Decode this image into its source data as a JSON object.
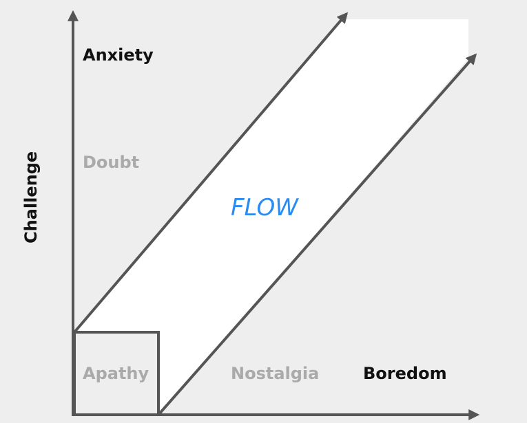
{
  "axes": {
    "y_label": "Challenge"
  },
  "zones": {
    "anxiety": "Anxiety",
    "doubt": "Doubt",
    "flow": "FLOW",
    "apathy": "Apathy",
    "nostalgia": "Nostalgia",
    "boredom": "Boredom"
  },
  "colors": {
    "background": "#eeeeee",
    "lines": "#555555",
    "flow": "#2a8cf0",
    "muted": "#aaaaaa"
  }
}
